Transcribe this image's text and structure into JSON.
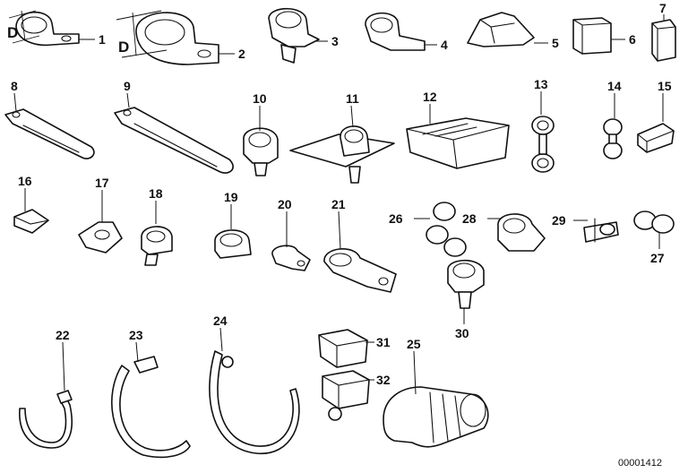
{
  "callouts": [
    "1",
    "2",
    "3",
    "4",
    "5",
    "6",
    "7",
    "8",
    "9",
    "10",
    "11",
    "12",
    "13",
    "14",
    "15",
    "16",
    "17",
    "18",
    "19",
    "20",
    "21",
    "22",
    "23",
    "24",
    "25",
    "26",
    "27",
    "28",
    "29",
    "30",
    "31",
    "32"
  ],
  "dimension_letter": "D",
  "reference_code": "00001412"
}
